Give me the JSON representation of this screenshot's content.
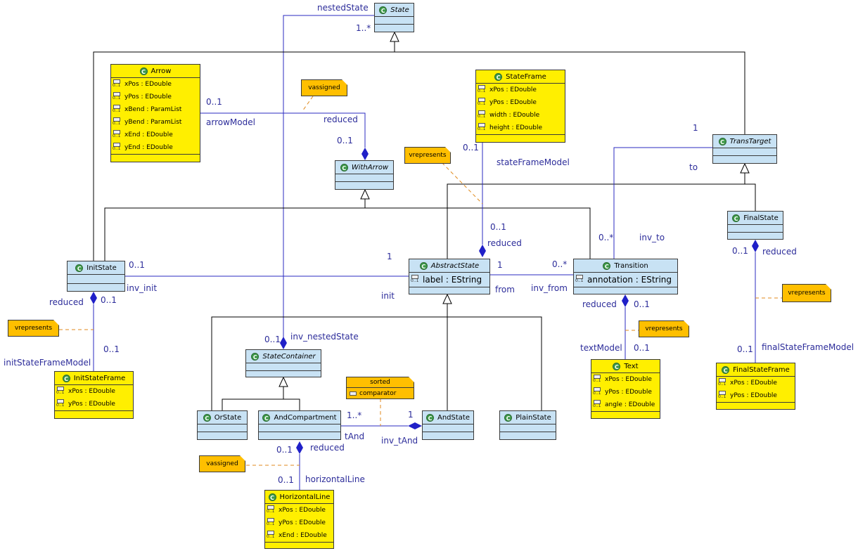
{
  "classes": {
    "state": {
      "name": "State",
      "abstract": true
    },
    "arrow": {
      "name": "Arrow",
      "attrs": [
        "xPos : EDouble",
        "yPos : EDouble",
        "xBend : ParamList",
        "yBend : ParamList",
        "xEnd : EDouble",
        "yEnd : EDouble"
      ]
    },
    "stateframe": {
      "name": "StateFrame",
      "attrs": [
        "xPos : EDouble",
        "yPos : EDouble",
        "width : EDouble",
        "height : EDouble"
      ]
    },
    "witharrow": {
      "name": "WithArrow",
      "abstract": true
    },
    "transtarget": {
      "name": "TransTarget",
      "abstract": true
    },
    "finalstate": {
      "name": "FinalState"
    },
    "initstate": {
      "name": "InitState"
    },
    "abstractstate": {
      "name": "AbstractState",
      "abstract": true,
      "attrs": [
        "label : EString"
      ]
    },
    "transition": {
      "name": "Transition",
      "attrs": [
        "annotation : EString"
      ]
    },
    "initstateframe": {
      "name": "InitStateFrame",
      "attrs": [
        "xPos : EDouble",
        "yPos : EDouble"
      ]
    },
    "statecontainer": {
      "name": "StateContainer",
      "abstract": true
    },
    "text": {
      "name": "Text",
      "attrs": [
        "xPos : EDouble",
        "yPos : EDouble",
        "angle : EDouble"
      ]
    },
    "finalstateframe": {
      "name": "FinalStateFrame",
      "attrs": [
        "xPos : EDouble",
        "yPos : EDouble"
      ]
    },
    "orstate": {
      "name": "OrState"
    },
    "andcompartment": {
      "name": "AndCompartment"
    },
    "andstate": {
      "name": "AndState"
    },
    "plainstate": {
      "name": "PlainState"
    },
    "horizontalline": {
      "name": "HorizontalLine",
      "attrs": [
        "xPos : EDouble",
        "yPos : EDouble",
        "xEnd : EDouble"
      ]
    }
  },
  "multiplicity_small": "0..1",
  "notes": {
    "vassigned1": "vassigned",
    "vrepresents1": "vrepresents",
    "vrepresents2": "vrepresents",
    "vrepresents3": "vrepresents",
    "vrepresents4": "vrepresents",
    "sorted": "sorted",
    "sorted_attr": "comparator",
    "vassigned2": "vassigned"
  },
  "labels": {
    "nestedState": "nestedState",
    "m_1star_top": "1..*",
    "arrow_01": "0..1",
    "arrowModel": "arrowModel",
    "reduced_wa": "reduced",
    "wa_01": "0..1",
    "sf_01": "0..1",
    "stateFrameModel": "stateFrameModel",
    "tt_1": "1",
    "to": "to",
    "as_01": "0..1",
    "as_reduced": "reduced",
    "as_1": "1",
    "tr_0star": "0..*",
    "inv_to": "inv_to",
    "fs_01": "0..1",
    "fs_reduced": "reduced",
    "is_01": "0..1",
    "inv_init": "inv_init",
    "init": "init",
    "as_1b": "1",
    "from": "from",
    "inv_from": "inv_from",
    "tr_0star_b": "0..*",
    "is_reduced": "reduced",
    "is_01b": "0..1",
    "tr_reduced": "reduced",
    "tr_01": "0..1",
    "isf_01": "0..1",
    "initStateFrameModel": "initStateFrameModel",
    "sc_01": "0..1",
    "inv_nestedState": "inv_nestedState",
    "textModel": "textModel",
    "txt_01": "0..1",
    "fsf_01": "0..1",
    "finalStateFrameModel": "finalStateFrameModel",
    "ac_1star": "1..*",
    "ast_1": "1",
    "tAnd": "tAnd",
    "inv_tAnd": "inv_tAnd",
    "ac_01": "0..1",
    "ac_reduced": "reduced",
    "hl_01": "0..1",
    "horizontalLine": "horizontalLine"
  }
}
